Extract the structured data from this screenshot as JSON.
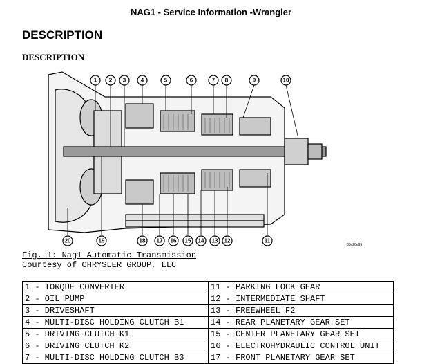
{
  "page": {
    "header": "NAG1 - Service Information -Wrangler",
    "title": "DESCRIPTION",
    "subtitle": "DESCRIPTION"
  },
  "figure": {
    "caption": "Fig. 1: Nag1 Automatic Transmission",
    "courtesy": "Courtesy of CHRYSLER GROUP, LLC",
    "code": "80a20e95",
    "callouts": [
      "1",
      "2",
      "3",
      "4",
      "5",
      "6",
      "7",
      "8",
      "9",
      "10",
      "11",
      "12",
      "13",
      "14",
      "15",
      "16",
      "17",
      "18",
      "19",
      "20"
    ]
  },
  "parts": {
    "rows": [
      {
        "left": "1 - TORQUE CONVERTER",
        "right": "11 - PARKING LOCK GEAR"
      },
      {
        "left": "2 - OIL PUMP",
        "right": "12 - INTERMEDIATE SHAFT"
      },
      {
        "left": "3 - DRIVESHAFT",
        "right": "13 - FREEWHEEL F2"
      },
      {
        "left": "4 - MULTI-DISC HOLDING CLUTCH B1",
        "right": "14 - REAR PLANETARY GEAR SET"
      },
      {
        "left": "5 - DRIVING CLUTCH K1",
        "right": "15 - CENTER PLANETARY GEAR SET"
      },
      {
        "left": "6 - DRIVING CLUTCH K2",
        "right": "16 - ELECTROHYDRAULIC CONTROL UNIT"
      },
      {
        "left": "7 - MULTI-DISC HOLDING CLUTCH B3",
        "right": "17 - FRONT PLANETARY GEAR SET"
      }
    ]
  }
}
